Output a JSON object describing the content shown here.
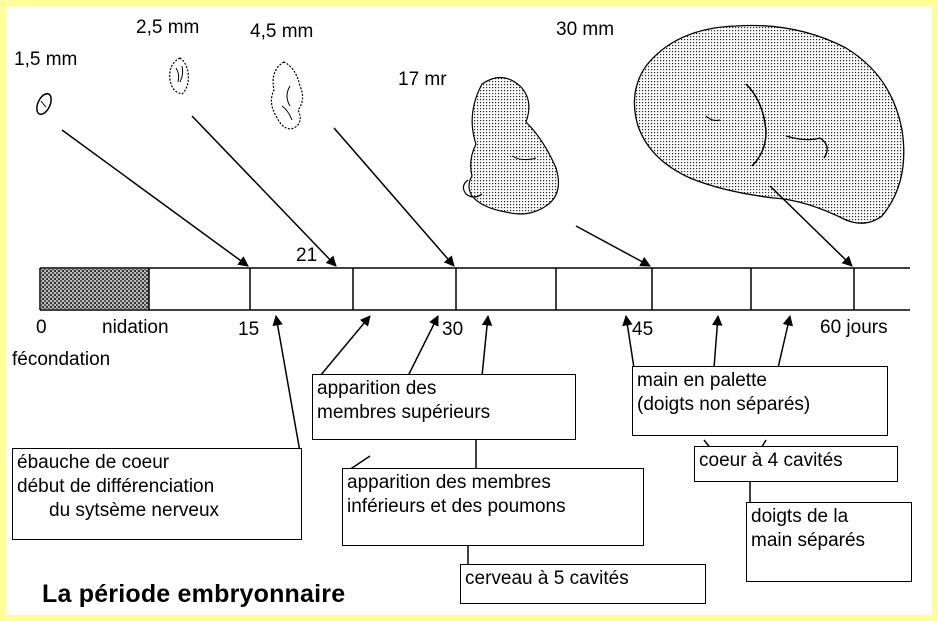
{
  "title": "La période embryonnaire",
  "sizes": [
    "1,5 mm",
    "2,5 mm",
    "4,5 mm",
    "17 mr",
    "30 mm"
  ],
  "timeline": {
    "tick_labels": [
      "0",
      "nidation",
      "15",
      "21",
      "30",
      "45",
      "60 jours"
    ],
    "sub_label": "fécondation"
  },
  "events": {
    "heart_nervous": [
      "ébauche de coeur",
      "début de différenciation",
      "du sytsème nerveux"
    ],
    "upper_limbs": [
      "apparition des",
      "membres supérieurs"
    ],
    "lower_limbs_lungs": [
      "apparition des membres",
      "inférieurs et des poumons"
    ],
    "brain": "cerveau à 5 cavités",
    "hand_palette": [
      "main en palette",
      "(doigts non séparés)"
    ],
    "heart4": "coeur à 4 cavités",
    "fingers": [
      "doigts de la",
      "main séparés"
    ]
  },
  "colors": {
    "frame": "#ffff99",
    "stipple": "#555555",
    "ink": "#000000"
  },
  "icons": [
    "embryo-1-5mm-icon",
    "embryo-2-5mm-icon",
    "embryo-4-5mm-icon",
    "embryo-17mm-icon",
    "fetus-30mm-icon"
  ]
}
